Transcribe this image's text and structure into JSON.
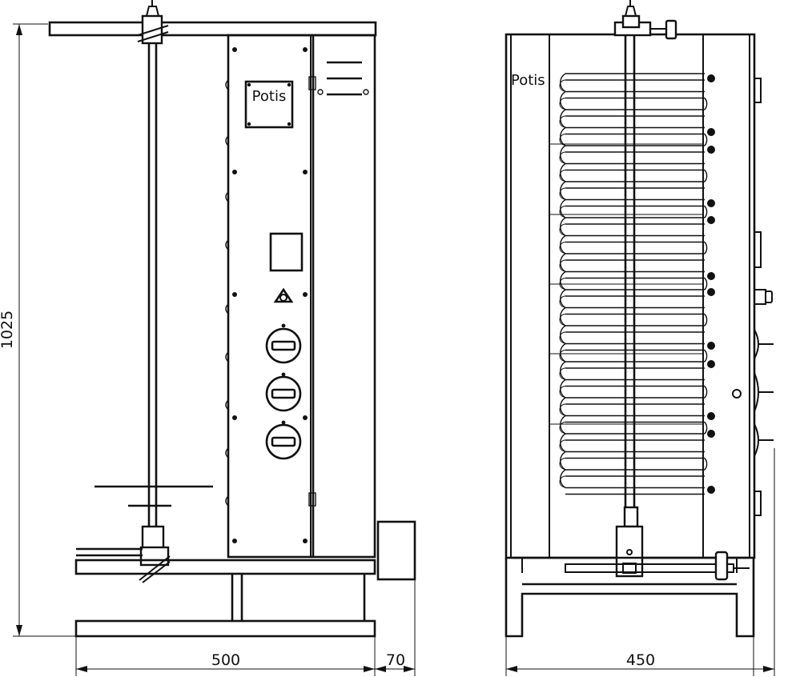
{
  "views": {
    "side": {
      "brand_label": "Potis"
    },
    "front": {
      "brand_label": "Potis"
    }
  },
  "dimensions": {
    "height": "1025",
    "depth": "500",
    "motor_depth": "70",
    "width": "450"
  }
}
